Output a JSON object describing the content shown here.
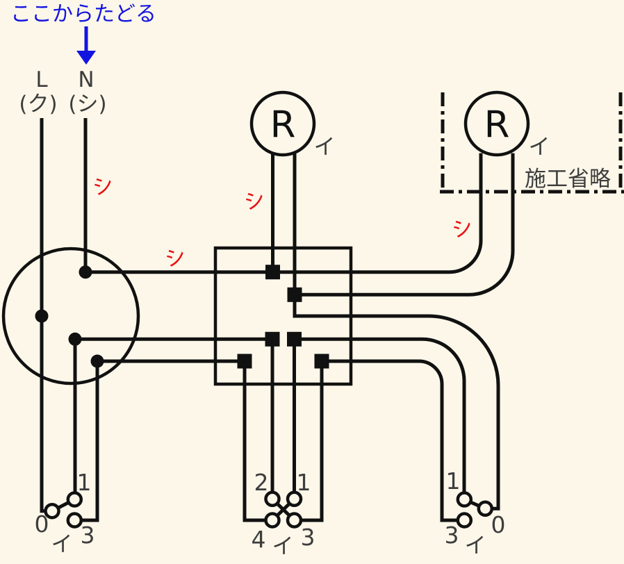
{
  "note": {
    "text": "ここからたどる"
  },
  "source": {
    "l": "L",
    "l_wire": "(ク)",
    "n": "N",
    "n_wire": "(シ)"
  },
  "marks": {
    "m1": "シ",
    "m2": "シ",
    "m3": "シ",
    "m4": "シ"
  },
  "lamp_mid": {
    "symbol": "R",
    "circuit": "イ"
  },
  "lamp_right": {
    "symbol": "R",
    "circuit": "イ"
  },
  "omission": {
    "label": "施工省略"
  },
  "sw_left": {
    "t1": "1",
    "t0": "0",
    "t3": "3",
    "circuit": "イ"
  },
  "sw_mid": {
    "t2": "2",
    "t1": "1",
    "t4": "4",
    "t3": "3",
    "circuit": "イ"
  },
  "sw_right": {
    "t1": "1",
    "t0": "0",
    "t3": "3",
    "circuit": "イ"
  },
  "colors": {
    "background": "#fcf7e9",
    "wire": "#111111",
    "label_gray": "#3d3d3d",
    "trace_blue": "#1414e0",
    "mark_red": "#e81212"
  }
}
